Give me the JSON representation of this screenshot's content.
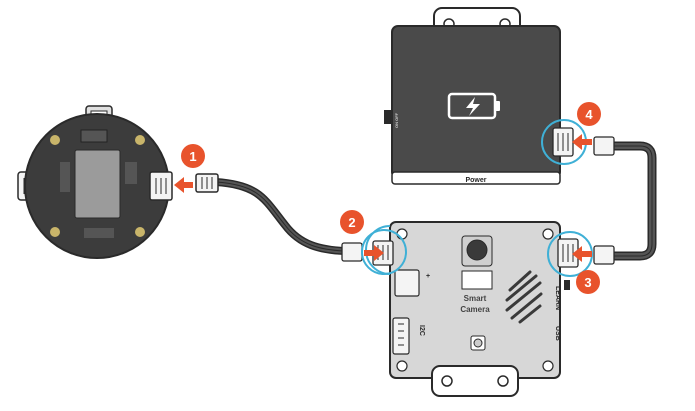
{
  "labels": {
    "power": "Power",
    "smart": "Smart",
    "camera": "Camera",
    "learn": "LEARN",
    "usb": "USB",
    "i2c": "I2C",
    "port_mark": "+",
    "power_switch": "ON  OFF"
  },
  "steps": [
    {
      "number": "1"
    },
    {
      "number": "2"
    },
    {
      "number": "3"
    },
    {
      "number": "4"
    }
  ],
  "colors": {
    "step_badge": "#e8532c",
    "arrow": "#e8532c",
    "highlight_ring": "#3fb0d6",
    "board_dark": "#3c3c3c",
    "battery_dark": "#4a4a4a",
    "camera_board": "#d7d7d7",
    "cable": "#3a3a3a",
    "outline": "#2a2a2a"
  },
  "icons": [
    "battery-charging-icon",
    "camera-lens-icon",
    "speaker-grille-icon",
    "usb-port-icon"
  ]
}
